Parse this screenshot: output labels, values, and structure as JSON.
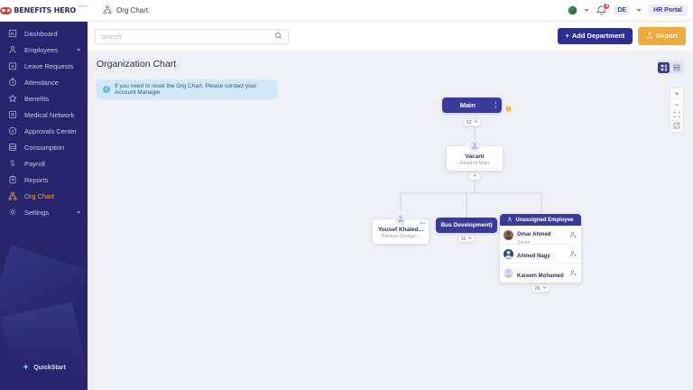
{
  "brand": {
    "name": "BENEFITS HERO",
    "tag": "Demo",
    "logo_icon": "mask-icon"
  },
  "topbar": {
    "breadcrumb": "Org Chart",
    "breadcrumb_icon": "org-chart-icon",
    "globe_icon": "globe-icon",
    "bell_icon": "bell-icon",
    "notification_count": "4",
    "language": "DE",
    "portal_label": "HR Portal"
  },
  "sidebar": {
    "items": [
      {
        "label": "Dashboard",
        "icon": "dashboard-icon",
        "active": false,
        "expandable": false
      },
      {
        "label": "Employees",
        "icon": "user-icon",
        "active": false,
        "expandable": true
      },
      {
        "label": "Leave Requests",
        "icon": "calendar-plus-icon",
        "active": false,
        "expandable": false
      },
      {
        "label": "Attendance",
        "icon": "clock-icon",
        "active": false,
        "expandable": false
      },
      {
        "label": "Benefits",
        "icon": "star-icon",
        "active": false,
        "expandable": false
      },
      {
        "label": "Medical Network",
        "icon": "medical-icon",
        "active": false,
        "expandable": false
      },
      {
        "label": "Approvals Center",
        "icon": "check-circle-icon",
        "active": false,
        "expandable": false
      },
      {
        "label": "Consumption",
        "icon": "list-icon",
        "active": false,
        "expandable": false
      },
      {
        "label": "Payroll",
        "icon": "dollar-icon",
        "active": false,
        "expandable": false
      },
      {
        "label": "Reports",
        "icon": "report-icon",
        "active": false,
        "expandable": false
      },
      {
        "label": "Org Chart",
        "icon": "org-chart-icon",
        "active": true,
        "expandable": false
      },
      {
        "label": "Settings",
        "icon": "gear-icon",
        "active": false,
        "expandable": true
      }
    ],
    "quickstart": {
      "label": "QuickStart",
      "icon": "rocket-icon"
    }
  },
  "search": {
    "placeholder": "search",
    "value": "",
    "icon": "search-icon"
  },
  "actions": {
    "add_department": {
      "label": "Add Department",
      "icon": "plus-icon"
    },
    "export": {
      "label": "Export",
      "icon": "export-icon"
    }
  },
  "page": {
    "title": "Organization Chart",
    "banner": "If you need to reset the Org Chart, Please contact your Account Manager",
    "banner_icon": "info-icon"
  },
  "view_toggle": {
    "grid": {
      "icon": "grid-view-icon",
      "active": true
    },
    "list": {
      "icon": "list-view-icon",
      "active": false
    }
  },
  "zoom_controls": {
    "zoom_in": "+",
    "zoom_out": "−",
    "fit_icon": "fit-screen-icon",
    "fullscreen_icon": "fullscreen-icon"
  },
  "chart": {
    "root": {
      "name": "Main",
      "count": "12",
      "menu_icon": "more-vertical-icon",
      "collapse_icon": "chevron-up-icon",
      "warning_icon": "warning-icon"
    },
    "head": {
      "name": "Vacant",
      "role": "Head of Main",
      "collapse_icon": "chevron-up-icon",
      "avatar_icon": "person-icon"
    },
    "employee": {
      "name": "Yousef Khaled...",
      "role": "Product Design...",
      "menu_icon": "more-horizontal-icon",
      "avatar_icon": "person-icon"
    },
    "department": {
      "name": "Bus Development)",
      "count": "11",
      "expand_icon": "chevron-down-icon"
    },
    "unassigned": {
      "title": "Unassigned Employee",
      "title_icon": "person-icon",
      "count": "26",
      "expand_icon": "chevron-down-icon",
      "rows": [
        {
          "name": "Omar Ahmed",
          "role": "Senior",
          "add_icon": "add-user-icon"
        },
        {
          "name": "Ahmed Nagy",
          "role": "",
          "add_icon": "add-user-icon"
        },
        {
          "name": "Kareem Mohamed",
          "role": "",
          "add_icon": "add-user-icon"
        }
      ]
    }
  },
  "colors": {
    "sidebar_bg": "#26246b",
    "accent_blue": "#3a3a9a",
    "accent_orange": "#f0a93b",
    "canvas_bg": "#eef0f6",
    "banner_bg": "#cfe9f7",
    "badge_red": "#e23b3b"
  }
}
